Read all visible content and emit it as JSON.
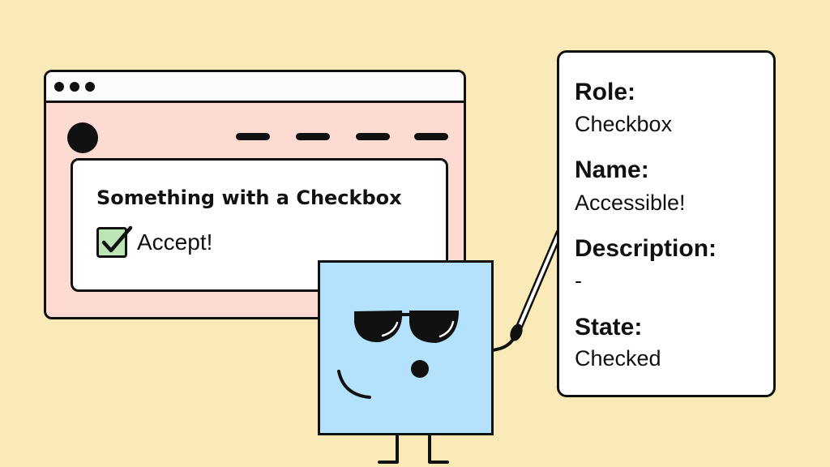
{
  "card": {
    "title": "Something with a Checkbox",
    "checkbox_label": "Accept!",
    "checkbox_checked": true
  },
  "info_panel": {
    "items": [
      {
        "label": "Role:",
        "value": "Checkbox"
      },
      {
        "label": "Name:",
        "value": "Accessible!"
      },
      {
        "label": "Description:",
        "value": "-"
      },
      {
        "label": "State:",
        "value": "Checked"
      }
    ]
  },
  "icons": {
    "checkmark": "checkmark-icon",
    "sunglasses": "sunglasses-icon",
    "pointer": "pointer-stick-icon"
  },
  "colors": {
    "background": "#faeab8",
    "browser_body": "#fddad2",
    "checkbox_fill": "#bde5b6",
    "character": "#b4e1fb"
  }
}
